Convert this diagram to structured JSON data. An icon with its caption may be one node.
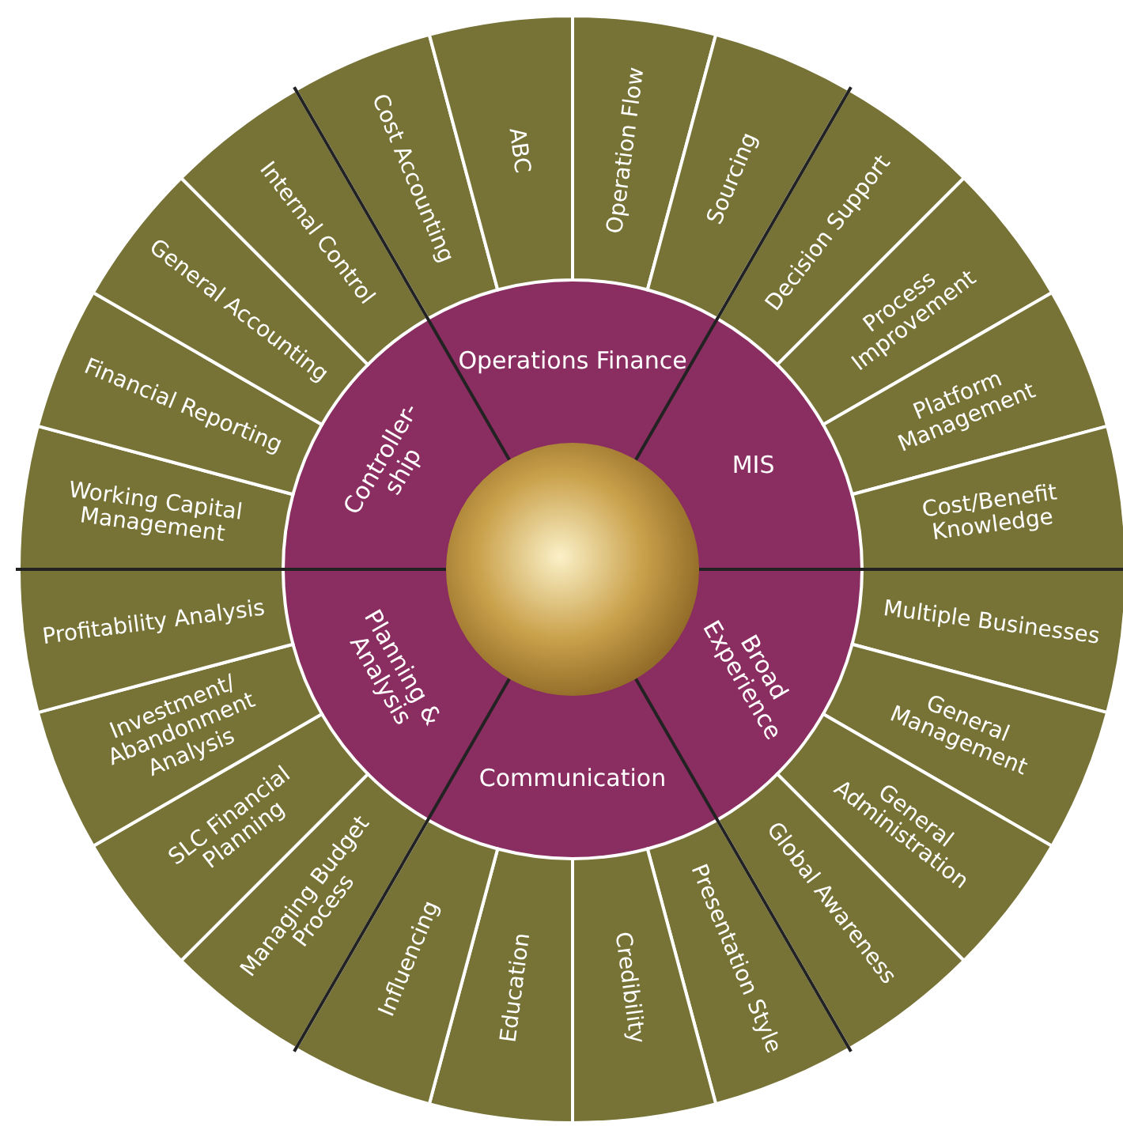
{
  "diagram": {
    "nodes": [
      {
        "text": [
          "Operations Finance"
        ]
      },
      {
        "text": [
          "MIS"
        ]
      },
      {
        "text": [
          "Broad Experience"
        ]
      },
      {
        "text": [
          "Communication"
        ]
      },
      {
        "text": [
          "Planning & Analysis"
        ]
      },
      {
        "text": [
          "Controller- ship"
        ]
      },
      {
        "text": [
          "Cost Accounting"
        ]
      },
      {
        "text": [
          "ABC"
        ]
      },
      {
        "text": [
          "Operation Flow"
        ]
      },
      {
        "text": [
          "Sourcing"
        ]
      },
      {
        "text": [
          "Decision Support"
        ]
      },
      {
        "text": [
          "Process Improvement"
        ]
      },
      {
        "text": [
          "Platform Management"
        ]
      },
      {
        "text": [
          "Cost/Benefit Knowledge"
        ]
      },
      {
        "text": [
          "Multiple Businesses"
        ]
      },
      {
        "text": [
          "General Management"
        ]
      },
      {
        "text": [
          "General Administration"
        ]
      },
      {
        "text": [
          "Global Awareness"
        ]
      },
      {
        "text": [
          "Presentation Style"
        ]
      },
      {
        "text": [
          "Credibility"
        ]
      },
      {
        "text": [
          "Education"
        ]
      },
      {
        "text": [
          "Influencing"
        ]
      },
      {
        "text": [
          "Managing Budget Process"
        ]
      },
      {
        "text": [
          "SLC Financial Planning"
        ]
      },
      {
        "text": [
          "Investment/ Abandonment Analysis"
        ]
      },
      {
        "text": [
          "Profitability Analysis"
        ]
      },
      {
        "text": [
          "Working Capital Management"
        ]
      },
      {
        "text": [
          "Financial Reporting"
        ]
      },
      {
        "text": [
          "General Accounting"
        ]
      },
      {
        "text": [
          "Internal Control"
        ]
      },
      {
        "text": [],
        "shape": "circle"
      }
    ]
  }
}
